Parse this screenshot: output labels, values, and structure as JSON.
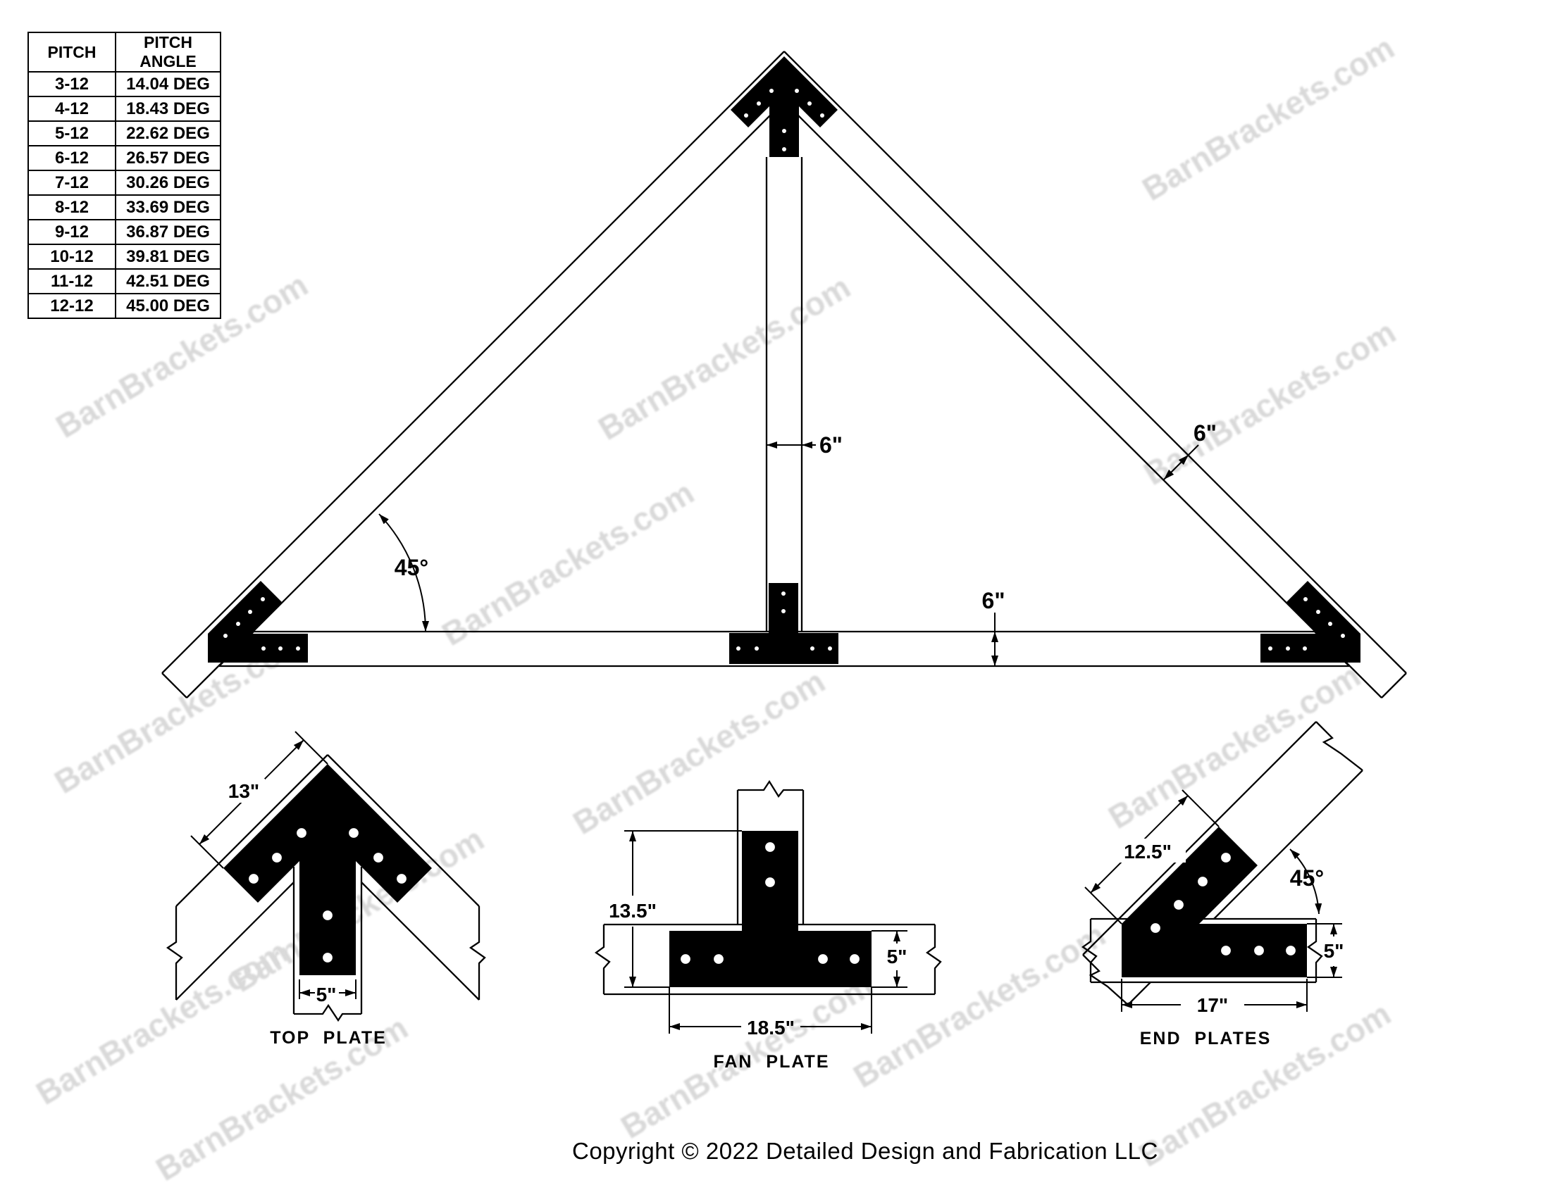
{
  "pitch_table": {
    "headers": [
      "PITCH",
      "PITCH ANGLE"
    ],
    "rows": [
      [
        "3-12",
        "14.04 DEG"
      ],
      [
        "4-12",
        "18.43 DEG"
      ],
      [
        "5-12",
        "22.62 DEG"
      ],
      [
        "6-12",
        "26.57 DEG"
      ],
      [
        "7-12",
        "30.26 DEG"
      ],
      [
        "8-12",
        "33.69 DEG"
      ],
      [
        "9-12",
        "36.87 DEG"
      ],
      [
        "10-12",
        "39.81 DEG"
      ],
      [
        "11-12",
        "42.51 DEG"
      ],
      [
        "12-12",
        "45.00 DEG"
      ]
    ]
  },
  "truss": {
    "king_post_width": "6\"",
    "rafter_depth": "6\"",
    "chord_depth": "6\"",
    "pitch_angle": "45°"
  },
  "details": {
    "top_plate": {
      "title": "TOP PLATE",
      "edge_length": "13\"",
      "slot_width": "5\""
    },
    "fan_plate": {
      "title": "FAN PLATE",
      "total_height": "13.5\"",
      "bar_length": "18.5\"",
      "bar_depth": "5\""
    },
    "end_plates": {
      "title": "END PLATES",
      "arm_length": "12.5\"",
      "angle": "45°",
      "bar_length": "17\"",
      "bar_depth": "5\""
    }
  },
  "watermark": {
    "text": "BarnBrackets.com"
  },
  "footer": {
    "copyright": "Copyright © 2022 Detailed Design and Fabrication LLC"
  }
}
